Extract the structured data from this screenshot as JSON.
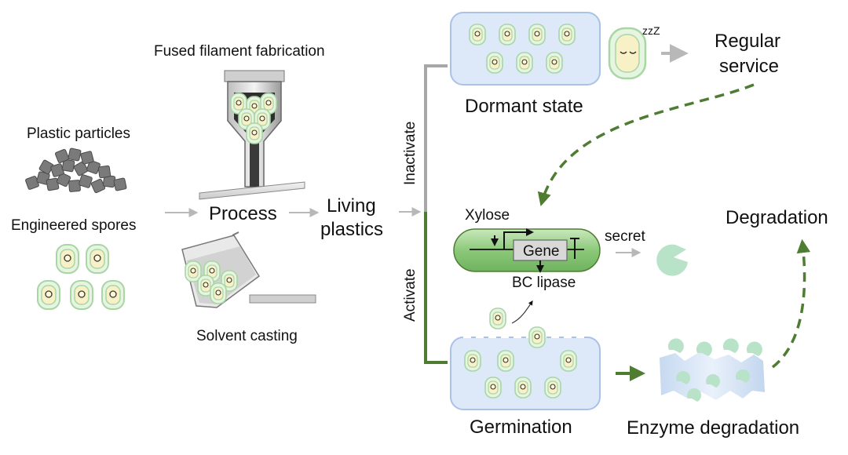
{
  "labels": {
    "plastic_particles": "Plastic particles",
    "engineered_spores": "Engineered spores",
    "fused_filament": "Fused filament fabrication",
    "process": "Process",
    "solvent_casting": "Solvent casting",
    "living_line1": "Living",
    "living_line2": "plastics",
    "inactivate": "Inactivate",
    "activate": "Activate",
    "dormant_state": "Dormant state",
    "zzz": "zzZ",
    "regular_line1": "Regular",
    "regular_line2": "service",
    "xylose": "Xylose",
    "gene": "Gene",
    "secret": "secret",
    "bc_lipase": "BC lipase",
    "degradation": "Degradation",
    "germination": "Germination",
    "enzyme_degradation": "Enzyme degradation"
  },
  "colors": {
    "spore_outer": "#d4ecd0",
    "spore_ring": "#a9d6a3",
    "spore_inner": "#f8f1c8",
    "panel_fill": "#dde9f8",
    "panel_stroke": "#a9c2e6",
    "bracket_gray": "#a7a7a7",
    "bracket_green": "#4e7d32",
    "dashed_green": "#4e7d32",
    "cell_green": "#8cc97a",
    "particle_gray": "#7a7a7a",
    "arrow_gray": "#b8b8b8",
    "enzyme_green": "#b8e3c8"
  },
  "icons": {
    "sleep": "sleeping-spore-icon",
    "enzyme": "pacman-enzyme-icon",
    "nozzle": "printer-nozzle-icon",
    "beaker": "beaker-icon"
  }
}
